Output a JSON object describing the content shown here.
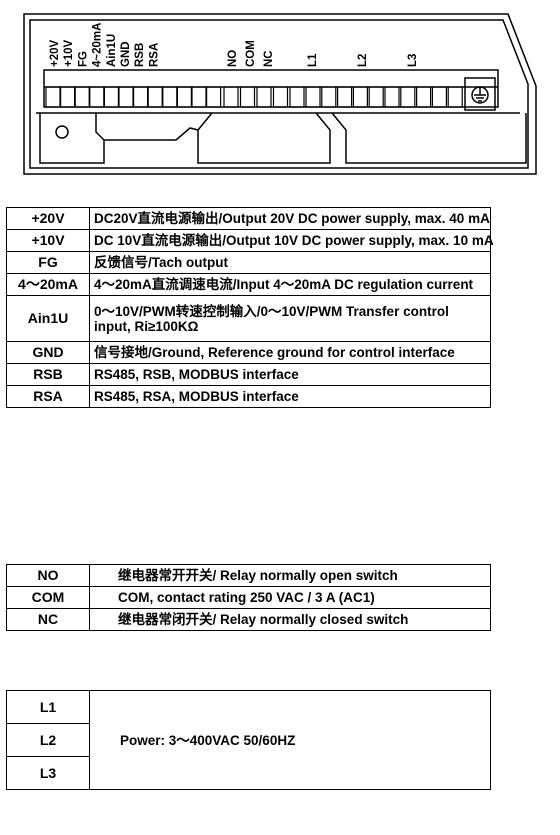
{
  "terminal_block": {
    "labels_group1": [
      "+20V",
      "+10V",
      "FG",
      "4~20mA",
      "Ain1U",
      "GND",
      "RSB",
      "RSA"
    ],
    "labels_group2": [
      "NO",
      "COM",
      "NC"
    ],
    "labels_group3": [
      "L1",
      "L2",
      "L3"
    ],
    "ground_icon": "protective-earth-icon"
  },
  "control_table": [
    {
      "key": "+20V",
      "value": "DC20V直流电源输出/Output 20V DC power supply, max. 40 mA"
    },
    {
      "key": "+10V",
      "value": "DC 10V直流电源输出/Output 10V DC power supply, max. 10 mA"
    },
    {
      "key": "FG",
      "value": "反馈信号/Tach output"
    },
    {
      "key": "4～20mA",
      "value": "4～20mA直流调速电流/Input 4～20mA DC regulation current"
    },
    {
      "key": "Ain1U",
      "value": "0～10V/PWM转速控制输入/0～10V/PWM Transfer control input, Ri≥100KΩ"
    },
    {
      "key": "GND",
      "value": "信号接地/Ground, Reference ground for control interface"
    },
    {
      "key": "RSB",
      "value": "RS485, RSB, MODBUS interface"
    },
    {
      "key": "RSA",
      "value": "RS485, RSA, MODBUS interface"
    }
  ],
  "relay_table": [
    {
      "key": "NO",
      "value": "继电器常开开关/ Relay normally open switch"
    },
    {
      "key": "COM",
      "value": "COM, contact rating 250 VAC / 3 A (AC1)"
    },
    {
      "key": "NC",
      "value": "继电器常闭开关/ Relay normally closed switch"
    }
  ],
  "power_table": {
    "keys": [
      "L1",
      "L2",
      "L3"
    ],
    "value": "Power: 3～400VAC 50/60HZ"
  }
}
